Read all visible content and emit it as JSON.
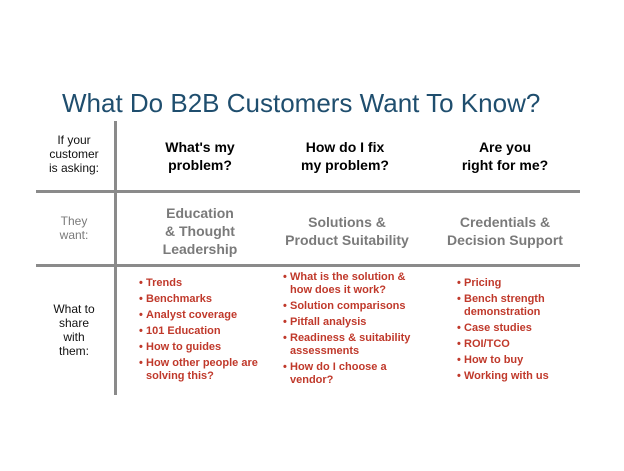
{
  "title": "What Do B2B Customers Want To Know?",
  "row_labels": {
    "asking": [
      "If your",
      "customer",
      "is asking:"
    ],
    "want": [
      "They",
      "want:"
    ],
    "share": [
      "What to",
      "share",
      "with",
      "them:"
    ]
  },
  "columns": [
    {
      "question": [
        "What's my",
        "problem?"
      ],
      "want": [
        "Education",
        "& Thought",
        "Leadership"
      ],
      "items": [
        "Trends",
        "Benchmarks",
        "Analyst coverage",
        "101 Education",
        "How to guides",
        "How other people are solving this?"
      ]
    },
    {
      "question": [
        "How do I fix",
        "my problem?"
      ],
      "want": [
        "Solutions &",
        "Product Suitability"
      ],
      "items": [
        "What is the solution & how does it work?",
        "Solution comparisons",
        "Pitfall analysis",
        "Readiness & suitability assessments",
        "How do I choose a vendor?"
      ]
    },
    {
      "question": [
        "Are you",
        "right for me?"
      ],
      "want": [
        "Credentials &",
        "Decision Support"
      ],
      "items": [
        "Pricing",
        "Bench strength demonstration",
        "Case studies",
        "ROI/TCO",
        "How to buy",
        "Working with us"
      ]
    }
  ],
  "colors": {
    "title": "#1f4e6e",
    "item": "#c0392b",
    "muted": "#7a7a7a",
    "rule": "#8a8a8a"
  }
}
